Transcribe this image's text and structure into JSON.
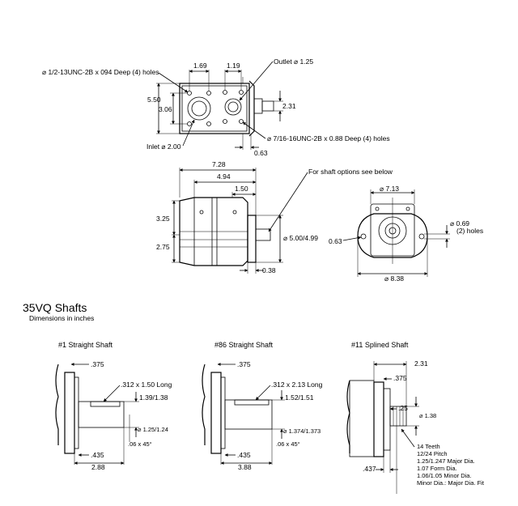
{
  "section_title": "35VQ Shafts",
  "section_subtitle": "Dimensions in inches",
  "top_view": {
    "dim_left_spacing": "1.69",
    "dim_right_spacing": "1.19",
    "dim_height_outer": "5.50",
    "dim_height_inner": "3.06",
    "dim_shaft_dia": "2.31",
    "dim_offset": "0.63",
    "note_inlet_holes": "⌀ 1/2-13UNC-2B x 094 Deep (4) holes",
    "note_outlet": "Outlet ⌀ 1.25",
    "note_inlet": "Inlet ⌀ 2.00",
    "note_outlet_holes": "⌀ 7/16-16UNC-2B x 0.88 Deep (4) holes"
  },
  "side_view": {
    "dim_overall": "7.28",
    "dim_body": "4.94",
    "dim_flange": "1.50",
    "dim_upper": "3.25",
    "dim_lower": "2.75",
    "dim_pilot": "⌀ 5.00/4.99",
    "dim_pilot_len": "0.38",
    "note_shaft": "For shaft options see below"
  },
  "end_view": {
    "dim_width": "⌀ 7.13",
    "dim_bolt": "⌀ 8.38",
    "dim_holes": "⌀ 0.69",
    "note_holes": "(2) holes",
    "dim_radius": "0.63"
  },
  "shafts": [
    {
      "title": "#1 Straight Shaft",
      "d_375": ".375",
      "key": ".312 x 1.50 Long",
      "d_key": "1.39/1.38",
      "d_dia": "⌀ 1.25/1.24",
      "d_435": ".435",
      "d_chamfer": ".06 x 45°",
      "d_len": "2.88"
    },
    {
      "title": "#86 Straight Shaft",
      "d_375": ".375",
      "key": ".312 x 2.13 Long",
      "d_key": "1.52/1.51",
      "d_dia": "⌀ 1.374/1.373",
      "d_435": ".435",
      "d_chamfer": ".06 x 45°",
      "d_len": "3.88"
    },
    {
      "title": "#11 Splined Shaft",
      "d_231": "2.31",
      "d_375": ".375",
      "d_25": ".25",
      "d_dia": "⌀ 1.38",
      "d_437": ".437",
      "spec": [
        "14 Teeth",
        "12/24 Pitch",
        "1.25/1.247 Major Dia.",
        "1.07 Form Dia.",
        "1.06/1.05 Minor Dia.",
        "Minor Dia.: Major Dia. Fit"
      ]
    }
  ]
}
